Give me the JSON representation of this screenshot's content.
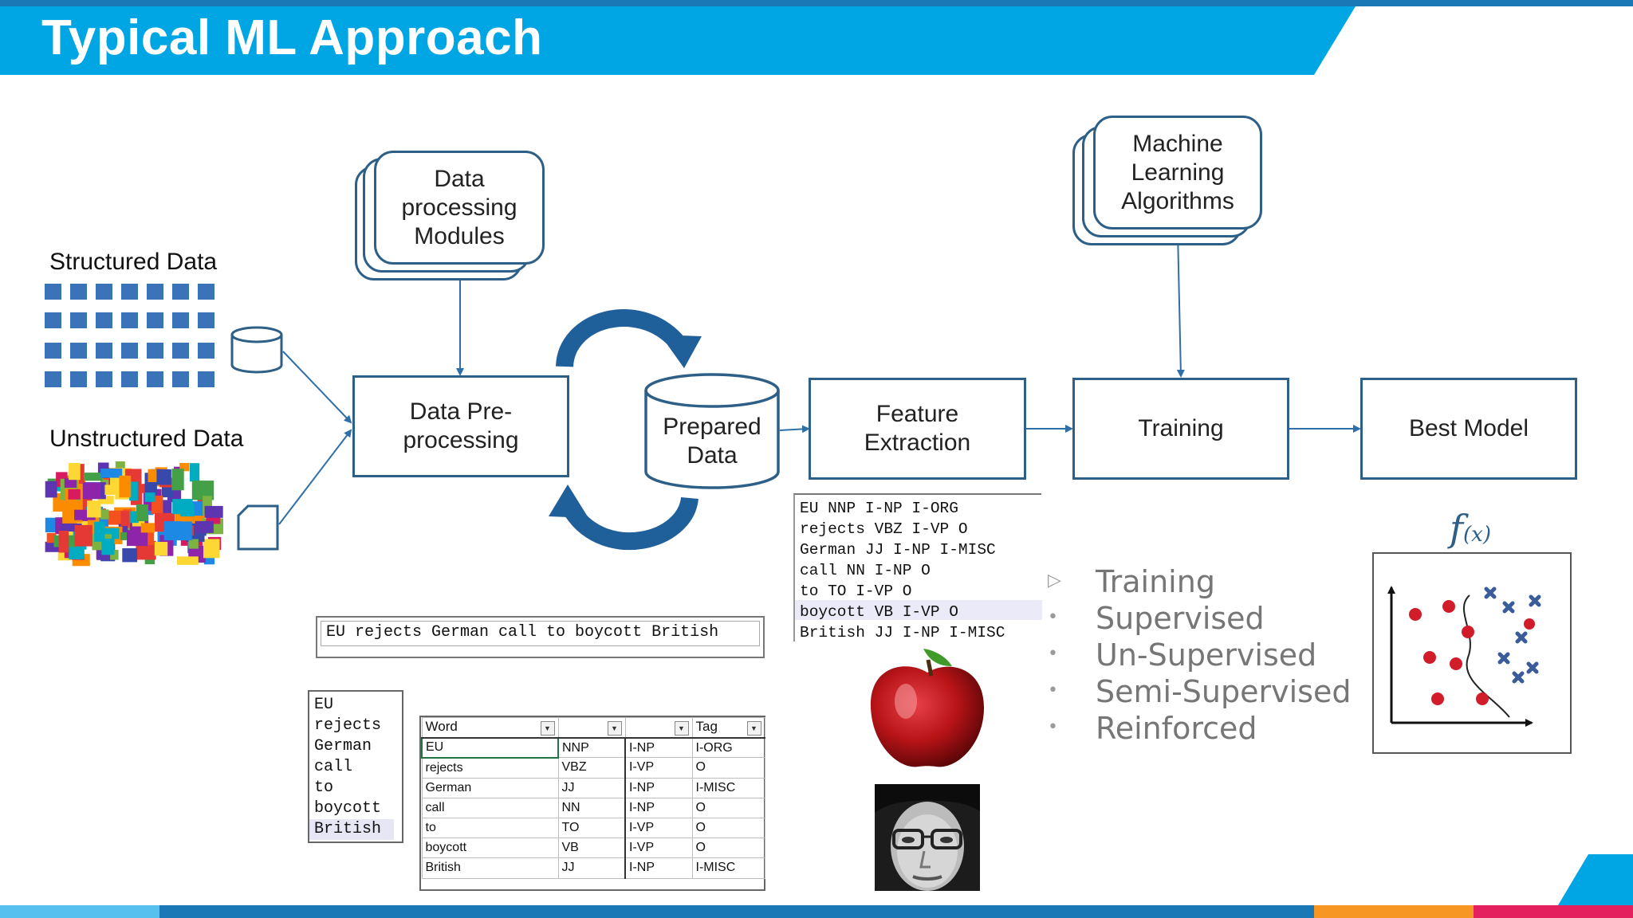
{
  "slide": {
    "title": "Typical ML Approach"
  },
  "colors": {
    "brand_blue": "#00a6e4",
    "node_border": "#2e5f87",
    "dark_blue": "#1978b5",
    "orange": "#f79622",
    "pink": "#e5205f"
  },
  "inputs": {
    "structured_label": "Structured Data",
    "unstructured_label": "Unstructured Data"
  },
  "nodes": {
    "data_processing_modules": "Data processing Modules",
    "preprocessing": "Data Pre-processing",
    "prepared_data": "Prepared Data",
    "feature_extraction": "Feature Extraction",
    "ml_algorithms": "Machine Learning Algorithms",
    "training": "Training",
    "best_model": "Best Model"
  },
  "conll_lines": [
    "EU NNP I-NP I-ORG",
    "rejects VBZ I-VP O",
    "German JJ I-NP I-MISC",
    "call NN I-NP O",
    "to TO I-VP O",
    "boycott VB I-VP O",
    "British JJ I-NP I-MISC"
  ],
  "sentence": "EU rejects German call to boycott British",
  "word_list": [
    "EU",
    "rejects",
    "German",
    "call",
    "to",
    "boycott",
    "British"
  ],
  "table": {
    "headers": [
      "Word",
      "",
      "",
      "Tag"
    ],
    "rows": [
      [
        "EU",
        "NNP",
        "I-NP",
        "I-ORG"
      ],
      [
        "rejects",
        "VBZ",
        "I-VP",
        "O"
      ],
      [
        "German",
        "JJ",
        "I-NP",
        "I-MISC"
      ],
      [
        "call",
        "NN",
        "I-NP",
        "O"
      ],
      [
        "to",
        "TO",
        "I-VP",
        "O"
      ],
      [
        "boycott",
        "VB",
        "I-VP",
        "O"
      ],
      [
        "British",
        "JJ",
        "I-NP",
        "I-MISC"
      ]
    ]
  },
  "training_types": {
    "heading": "Training",
    "items": [
      "Supervised",
      "Un-Supervised",
      "Semi-Supervised",
      "Reinforced"
    ]
  },
  "function_label": {
    "main": "f",
    "sub": "(x)"
  },
  "icons": [
    "database-icon",
    "document-icon",
    "cycle-arrow-icon",
    "apple-image",
    "face-image",
    "scatter-classifier-icon"
  ]
}
